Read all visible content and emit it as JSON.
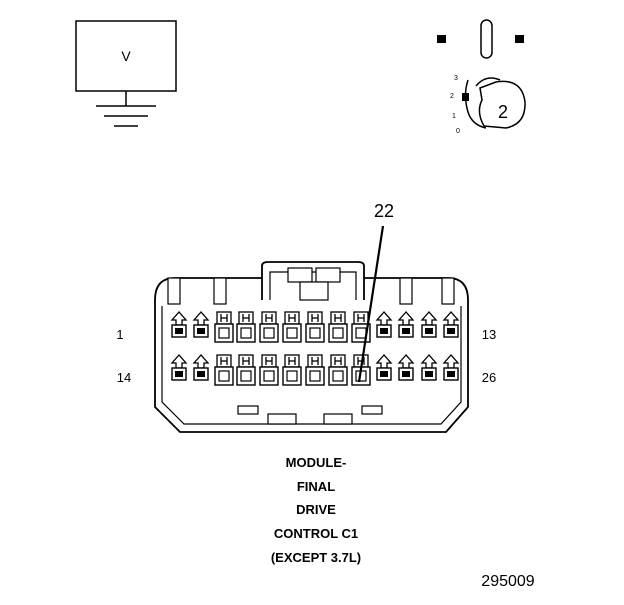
{
  "meter": {
    "symbol": "V"
  },
  "probe": {
    "number": "2",
    "scale": [
      "3",
      "2",
      "1",
      "0"
    ]
  },
  "connector": {
    "callout": "22",
    "pin_start_row1": "1",
    "pin_end_row1": "13",
    "pin_start_row2": "14",
    "pin_end_row2": "26",
    "title_lines": [
      "MODULE-",
      "FINAL",
      "DRIVE",
      "CONTROL C1",
      "(EXCEPT 3.7L)"
    ]
  },
  "figure_id": "295009"
}
